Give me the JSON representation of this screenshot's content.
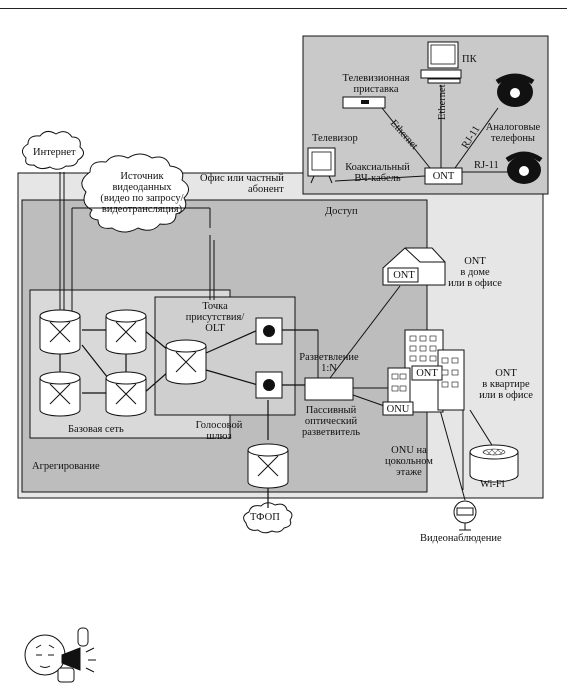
{
  "labels": {
    "pc": "ПК",
    "stb": [
      "Телевизионная",
      "приставка"
    ],
    "tv": "Телевизор",
    "ethernet_diag": "Ethernet",
    "ethernet_vert": "Ethernet",
    "rj11_diag": "RJ-11",
    "rj11": "RJ-11",
    "analog_phones": [
      "Аналоговые",
      "телефоны"
    ],
    "coax": [
      "Коаксиальный",
      "ВЧ-кабель"
    ],
    "ont_office": "ONT",
    "office_subscriber": [
      "Офис или частный",
      "абонент"
    ],
    "internet": "Интернет",
    "video_source": [
      "Источник",
      "видеоданных",
      "(видео по запросу/",
      "видеотрансляция)"
    ],
    "access": "Доступ",
    "ont_house_box": "ONT",
    "ont_house": [
      "ONT",
      "в доме",
      "или в офисе"
    ],
    "pop": [
      "Точка",
      "присутствия/",
      "OLT"
    ],
    "splitter_label": [
      "Разветвление",
      "1:N"
    ],
    "ont_apartment_box": "ONT",
    "ont_apartment": [
      "ONT",
      "в квартире",
      "или в офисе"
    ],
    "passive_splitter": [
      "Пассивный",
      "оптический",
      "разветвитель"
    ],
    "onu_box": "ONU",
    "onu_floor": [
      "ONU на",
      "цокольном",
      "этаже"
    ],
    "core": "Базовая сеть",
    "voice_gateway": [
      "Голосовой",
      "шлюз"
    ],
    "aggregation": "Агрегирование",
    "wifi": "Wi-Fi",
    "pstn": "ТФОП",
    "cctv": "Видеонаблюдение"
  }
}
